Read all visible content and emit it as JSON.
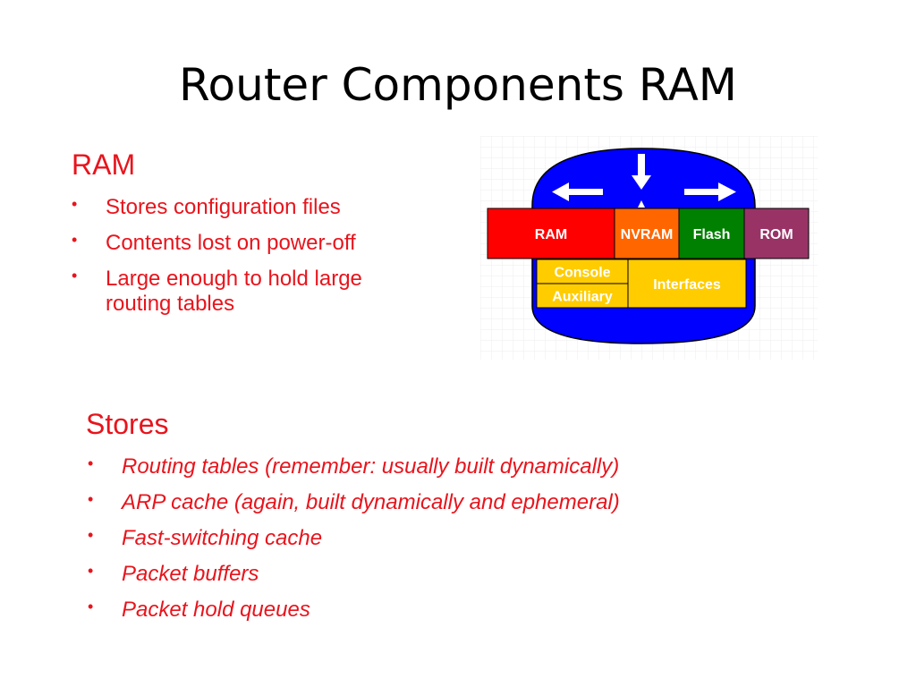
{
  "slide": {
    "title": "Router Components RAM"
  },
  "ram_section": {
    "heading": "RAM",
    "bullets": [
      "Stores configuration files",
      "Contents lost on power-off",
      "Large enough to hold large routing tables"
    ]
  },
  "stores_section": {
    "heading": "Stores",
    "bullets": [
      "Routing tables (remember: usually built dynamically)",
      "ARP cache (again, built dynamically and ephemeral)",
      "Fast-switching cache",
      "Packet buffers",
      "Packet hold queues"
    ]
  },
  "diagram": {
    "components": [
      {
        "label": "RAM",
        "color": "#ff0000"
      },
      {
        "label": "NVRAM",
        "color": "#ff6600"
      },
      {
        "label": "Flash",
        "color": "#008000"
      },
      {
        "label": "ROM",
        "color": "#993366"
      }
    ],
    "ports": [
      {
        "label": "Console",
        "color": "#ffcc00"
      },
      {
        "label": "Auxiliary",
        "color": "#ffcc00"
      },
      {
        "label": "Interfaces",
        "color": "#ffcc00"
      }
    ],
    "body_color": "#0000ff"
  }
}
